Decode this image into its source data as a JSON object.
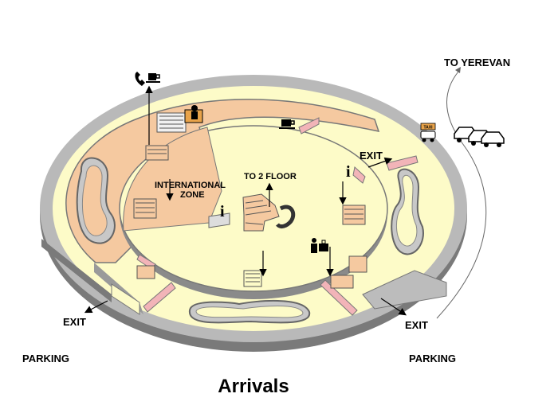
{
  "title": "Arrivals",
  "labels": {
    "to_yerevan": "TO YEREVAN",
    "exit_top_right": "EXIT",
    "exit_left": "EXIT",
    "exit_right": "EXIT",
    "parking_left": "PARKING",
    "parking_right": "PARKING",
    "international_zone_line1": "INTERNATIONAL",
    "international_zone_line2": "ZONE",
    "to_2_floor": "TO 2 FLOOR",
    "taxi_sign": "TAXI",
    "info_left": "i",
    "info_right": "i"
  },
  "colors": {
    "international_zone_fill": "#f5c9a0",
    "public_zone_fill": "#fdfbc8",
    "wall": "#9a9a9a",
    "wall_dark": "#6f6f6f",
    "door_fill": "#f2b4b8"
  },
  "icons": [
    "telephone-icon",
    "cafe-icon",
    "customs-officer-icon",
    "luggage-icon",
    "taxi-icon",
    "car-icon",
    "escalator-icon",
    "stairs-icon",
    "info-icon",
    "direction-arrow-icon"
  ]
}
